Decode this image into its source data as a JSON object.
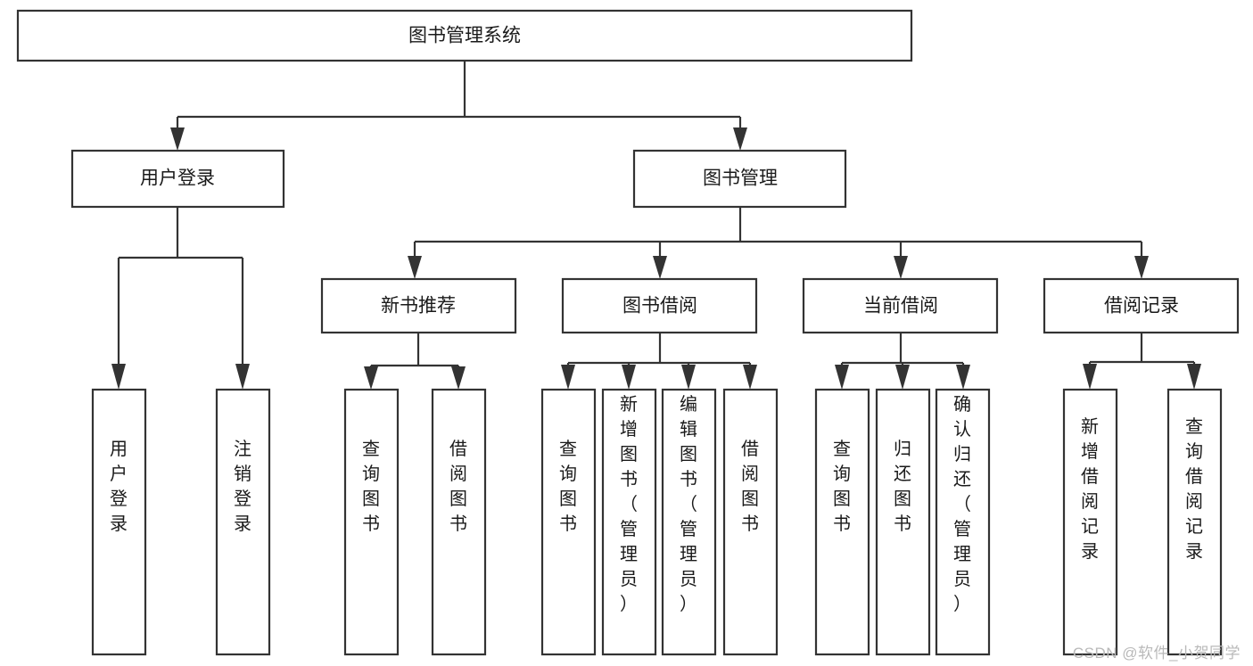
{
  "diagram": {
    "type": "tree-hierarchy-chart",
    "title": "图书管理系统",
    "watermark": "CSDN @软件_小贺同学",
    "colors": {
      "box_stroke": "#333333",
      "box_fill": "#ffffff",
      "text": "#1a1a1a",
      "background": "#ffffff",
      "watermark": "#b9b9b9"
    },
    "root": {
      "label": "图书管理系统"
    },
    "level1": [
      {
        "label": "用户登录"
      },
      {
        "label": "图书管理"
      }
    ],
    "level2": [
      {
        "label": "新书推荐"
      },
      {
        "label": "图书借阅"
      },
      {
        "label": "当前借阅"
      },
      {
        "label": "借阅记录"
      }
    ],
    "leaves": {
      "user_login": [
        {
          "label": "用户登录"
        },
        {
          "label": "注销登录"
        }
      ],
      "new_book_recommend": [
        {
          "label": "查询图书"
        },
        {
          "label": "借阅图书"
        }
      ],
      "book_borrow": [
        {
          "label": "查询图书"
        },
        {
          "label": "新增图书（管理员）"
        },
        {
          "label": "编辑图书（管理员）"
        },
        {
          "label": "借阅图书"
        }
      ],
      "current_borrow": [
        {
          "label": "查询图书"
        },
        {
          "label": "归还图书"
        },
        {
          "label": "确认归还（管理员）"
        }
      ],
      "borrow_record": [
        {
          "label": "新增借阅记录"
        },
        {
          "label": "查询借阅记录"
        }
      ]
    }
  }
}
